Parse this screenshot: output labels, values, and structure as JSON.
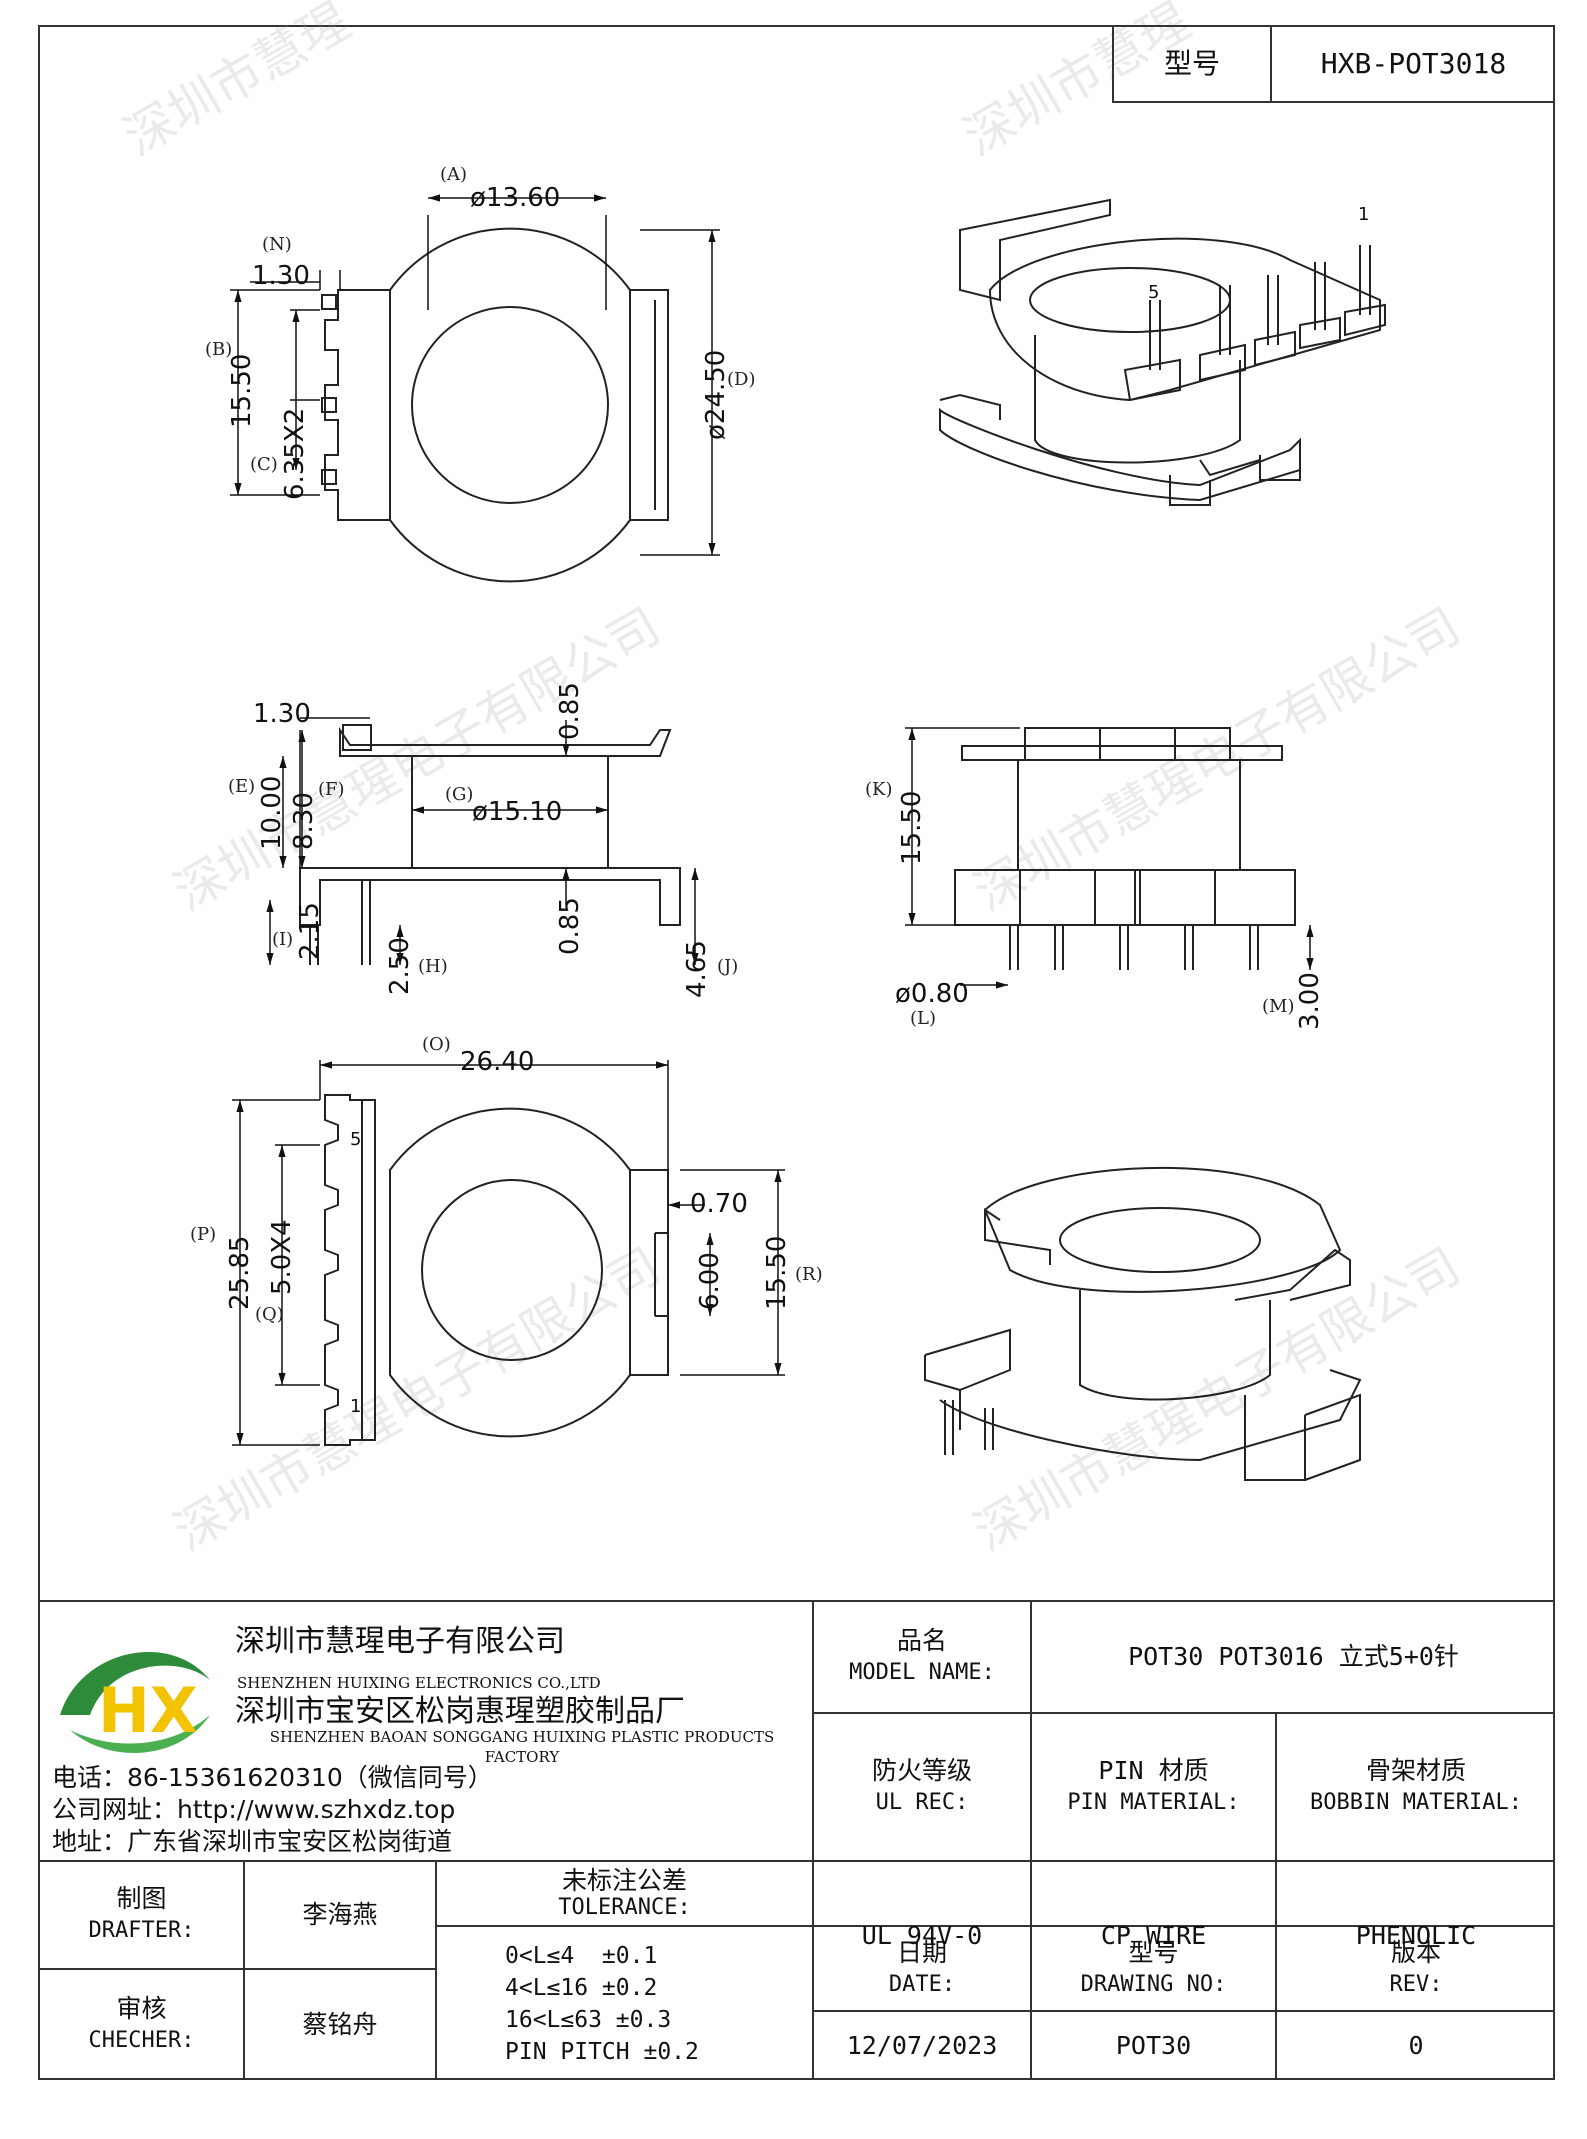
{
  "header": {
    "model_label": "型号",
    "model_value": "HXB-POT3018"
  },
  "watermark": {
    "text_a": "深圳市慧瑆电子有限公司",
    "text_b": "深圳市慧瑆"
  },
  "top_view": {
    "dim_a": "(A)",
    "dim_a_value": "ø13.60",
    "dim_n": "(N)",
    "dim_n_value": "1.30",
    "dim_b": "(B)",
    "dim_b_value": "15.50",
    "dim_c": "(C)",
    "dim_c_value": "6.35X2",
    "dim_d": "(D)",
    "dim_d_value": "ø24.50"
  },
  "side_view": {
    "dim_130": "1.30",
    "dim_085_top": "0.85",
    "dim_e": "(E)",
    "dim_e_value": "10.00",
    "dim_f": "(F)",
    "dim_f_value": "8.30",
    "dim_g": "(G)",
    "dim_g_value": "ø15.10",
    "dim_i": "(I)",
    "dim_i_value": "2.15",
    "dim_h": "(H)",
    "dim_h_value": "2.50",
    "dim_085_bottom": "0.85",
    "dim_j": "(J)",
    "dim_j_value": "4.65"
  },
  "front_view": {
    "dim_k": "(K)",
    "dim_k_value": "15.50",
    "dim_l": "(L)",
    "dim_l_value": "ø0.80",
    "dim_m": "(M)",
    "dim_m_value": "3.00"
  },
  "bottom_view": {
    "dim_o": "(O)",
    "dim_o_value": "26.40",
    "dim_p": "(P)",
    "dim_p_value": "25.85",
    "dim_q": "(Q)",
    "dim_q_value": "5.0X4",
    "dim_070": "0.70",
    "dim_600": "6.00",
    "dim_r": "(R)",
    "dim_r_value": "15.50",
    "pin5": "5",
    "pin1": "1"
  },
  "iso_top": {
    "pin1": "1",
    "pin5": "5"
  },
  "company": {
    "name_cn": "深圳市慧瑆电子有限公司",
    "name_en": "SHENZHEN HUIXING ELECTRONICS CO.,LTD",
    "factory_cn": "深圳市宝安区松岗惠瑆塑胶制品厂",
    "factory_en": "SHENZHEN BAOAN SONGGANG HUIXING PLASTIC PRODUCTS FACTORY",
    "phone": "电话：86-15361620310（微信同号）",
    "website": "公司网址：http://www.szhxdz.top",
    "address": "地址：广东省深圳市宝安区松岗街道",
    "logo_letters": "HX"
  },
  "title_block": {
    "model_name_cn": "品名",
    "model_name_en": "MODEL NAME:",
    "model_name_value": "POT30 POT3016 立式5+0针",
    "fire_cn": "防火等级",
    "fire_en": "UL REC:",
    "pin_mat_cn": "PIN 材质",
    "pin_mat_en": "PIN MATERIAL:",
    "bobbin_cn": "骨架材质",
    "bobbin_en": "BOBBIN MATERIAL:",
    "fire_value": "UL 94V-0",
    "pin_value": "CP WIRE",
    "bobbin_value": "PHENOLIC",
    "drafter_cn": "制图",
    "drafter_en": "DRAFTER:",
    "drafter_name": "李海燕",
    "checker_cn": "审核",
    "checker_en": "CHECHER:",
    "checker_name": "蔡铭舟",
    "tol_cn": "未标注公差",
    "tol_en": "TOLERANCE:",
    "tol_1": "0<L≤4  ±0.1",
    "tol_2": "4<L≤16 ±0.2",
    "tol_3": "16<L≤63 ±0.3",
    "tol_4": "PIN PITCH ±0.2",
    "date_cn": "日期",
    "date_en": "DATE:",
    "date_value": "12/07/2023",
    "dwg_cn": "型号",
    "dwg_en": "DRAWING NO:",
    "dwg_value": "POT30",
    "rev_cn": "版本",
    "rev_en": "REV:",
    "rev_value": "0"
  }
}
